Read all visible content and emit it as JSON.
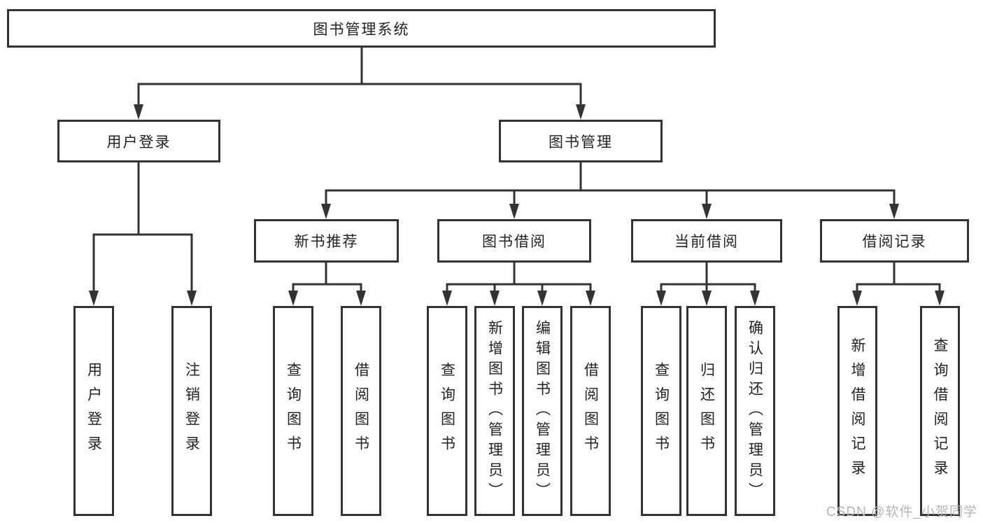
{
  "diagram": {
    "kind": "hierarchy-chart",
    "colors": {
      "line": "#333333",
      "box_border": "#333333",
      "box_fill": "#ffffff",
      "text": "#222222",
      "watermark": "#b5b5b5"
    }
  },
  "tree": {
    "label": "图书管理系统",
    "children": [
      {
        "label": "用户登录",
        "children": [
          {
            "label": "用户登录"
          },
          {
            "label": "注销登录"
          }
        ]
      },
      {
        "label": "图书管理",
        "children": [
          {
            "label": "新书推荐",
            "children": [
              {
                "label": "查询图书"
              },
              {
                "label": "借阅图书"
              }
            ]
          },
          {
            "label": "图书借阅",
            "children": [
              {
                "label": "查询图书"
              },
              {
                "label": "新增图书（管理员）"
              },
              {
                "label": "编辑图书（管理员）"
              },
              {
                "label": "借阅图书"
              }
            ]
          },
          {
            "label": "当前借阅",
            "children": [
              {
                "label": "查询图书"
              },
              {
                "label": "归还图书"
              },
              {
                "label": "确认归还（管理员）"
              }
            ]
          },
          {
            "label": "借阅记录",
            "children": [
              {
                "label": "新增借阅记录"
              },
              {
                "label": "查询借阅记录"
              }
            ]
          }
        ]
      }
    ]
  },
  "watermark": {
    "text": "CSDN @软件_小贺同学"
  }
}
